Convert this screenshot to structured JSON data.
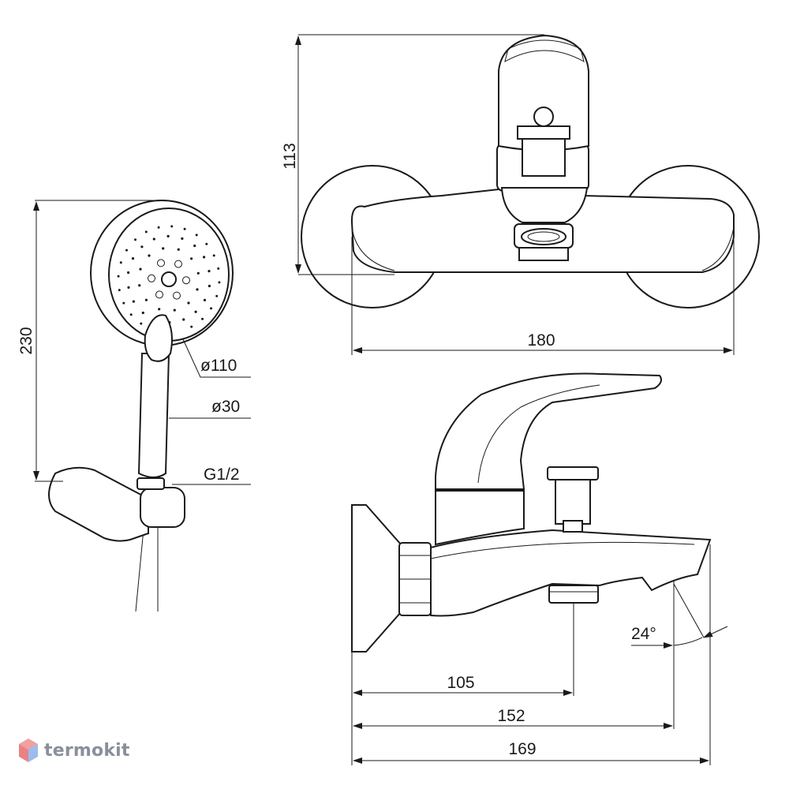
{
  "brand": {
    "name": "termokit",
    "logo_icon": "cube-logo-icon"
  },
  "dimensions": {
    "front_height": "113",
    "front_width": "180",
    "shower_length": "230",
    "shower_head_diameter": "ø110",
    "handle_diameter": "ø30",
    "thread": "G1/2",
    "spout_angle": "24°",
    "depth_to_outlet": "105",
    "depth_to_spout_tip": "152",
    "total_depth": "169"
  },
  "colors": {
    "line": "#1a1a1a",
    "brand_gray": "#8a8f9a",
    "logo_red": "#e25a5a",
    "logo_blue": "#5a8fe2"
  }
}
